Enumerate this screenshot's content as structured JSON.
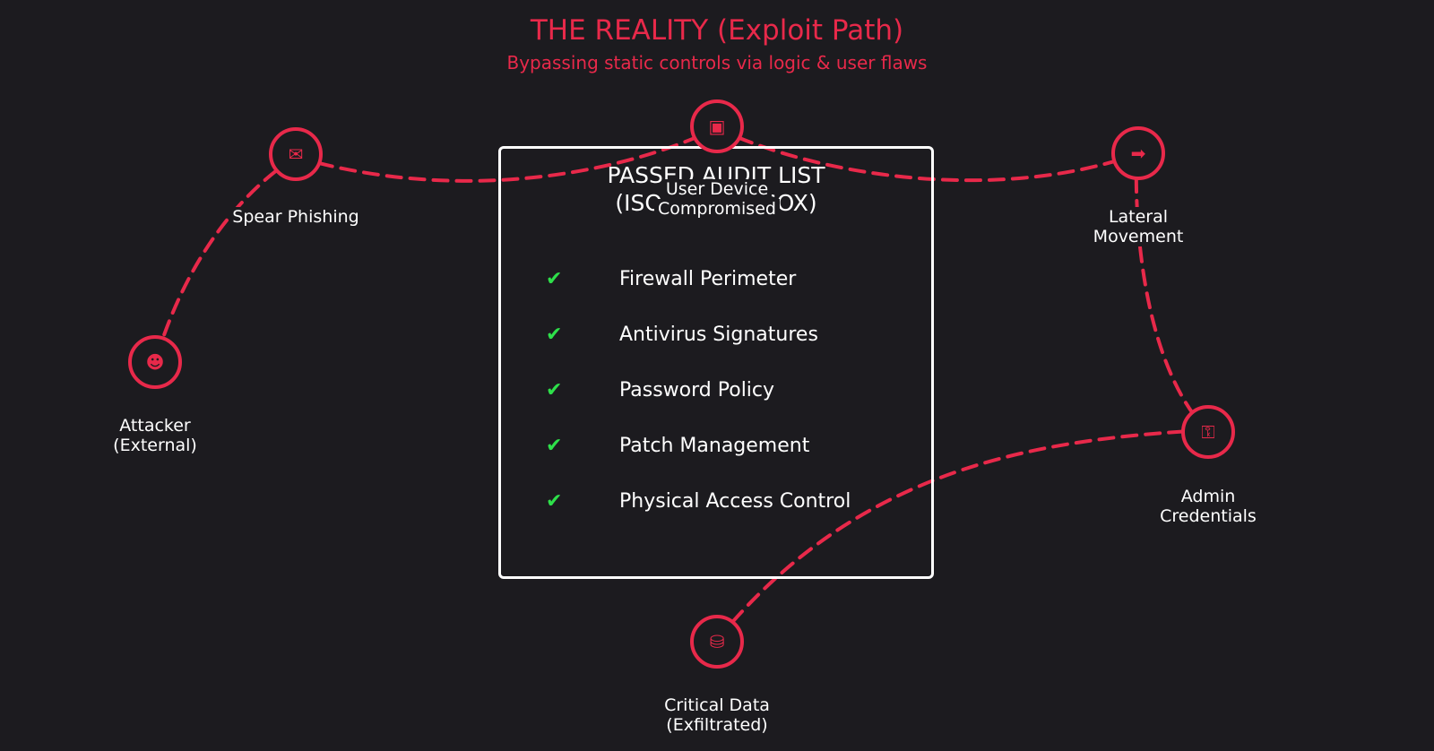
{
  "title": "THE REALITY (Exploit Path)",
  "subtitle": "Bypassing static controls via logic & user flaws",
  "colors": {
    "background": "#1c1b1f",
    "accent": "#e8294a",
    "check": "#2ee04a",
    "text": "#ffffff"
  },
  "audit_box": {
    "title_line1": "PASSED AUDIT LIST",
    "title_line2": "(ISO 27001 / SOX)",
    "check_icon": "check-icon",
    "items": [
      {
        "label": "Firewall Perimeter"
      },
      {
        "label": "Antivirus Signatures"
      },
      {
        "label": "Password Policy"
      },
      {
        "label": "Patch Management"
      },
      {
        "label": "Physical Access Control"
      }
    ]
  },
  "nodes": [
    {
      "id": "attacker",
      "icon": "user-secret-icon",
      "label_lines": [
        "Attacker",
        "(External)"
      ]
    },
    {
      "id": "phishing",
      "icon": "envelope-icon",
      "label_lines": [
        "Spear Phishing"
      ]
    },
    {
      "id": "device",
      "icon": "laptop-icon",
      "label_lines": [
        "User Device",
        "Compromised"
      ]
    },
    {
      "id": "lateral",
      "icon": "arrow-right-icon",
      "label_lines": [
        "Lateral",
        "Movement"
      ]
    },
    {
      "id": "admin",
      "icon": "key-icon",
      "label_lines": [
        "Admin",
        "Credentials"
      ]
    },
    {
      "id": "data",
      "icon": "database-icon",
      "label_lines": [
        "Critical Data",
        "(Exfiltrated)"
      ]
    }
  ]
}
